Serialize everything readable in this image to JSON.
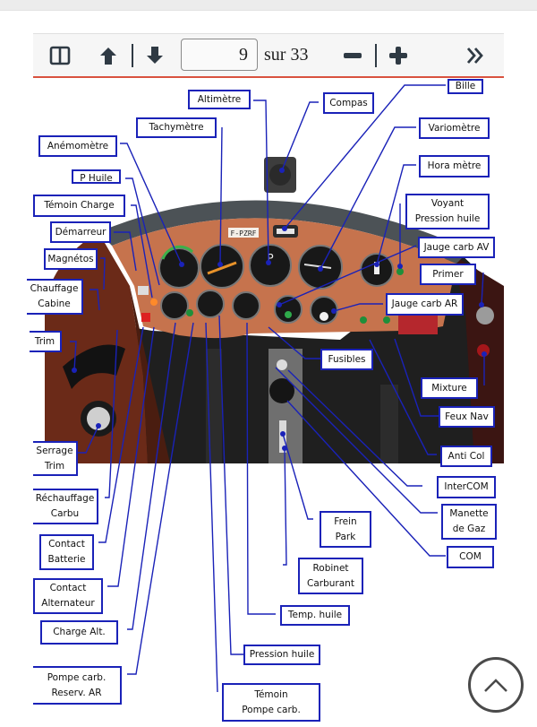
{
  "toolbar": {
    "sidebar_toggle": "sidebar-toggle",
    "prev_page": "previous-page",
    "next_page": "next-page",
    "page_current": "9",
    "page_total_text": "sur 33",
    "zoom_out": "zoom-out",
    "zoom_in": "zoom-in",
    "more_tools": "more-tools",
    "accent_color": "#d9523f",
    "icon_color": "#2f3a44"
  },
  "figure": {
    "registration": "F-PZRF",
    "label_border_color": "#1a22b8",
    "labels": {
      "bille": "Bille",
      "altimetre": "Altimètre",
      "compas": "Compas",
      "tachymetre": "Tachymètre",
      "variometre": "Variomètre",
      "anemometre": "Anémomètre",
      "hora_metre": "Hora mètre",
      "p_huile": "P Huile",
      "temoin_charge": "Témoin Charge",
      "voyant_pression_huile": "Voyant\nPression huile",
      "demarreur": "Démarreur",
      "jauge_carb_av": "Jauge carb AV",
      "magnetos": "Magnétos",
      "primer": "Primer",
      "chauffage_cabine": "Chauffage\nCabine",
      "jauge_carb_ar": "Jauge carb AR",
      "trim": "Trim",
      "fusibles": "Fusibles",
      "mixture": "Mixture",
      "feux_nav": "Feux Nav",
      "serrage_trim": "Serrage\nTrim",
      "anti_col": "Anti Col",
      "intercom": "InterCOM",
      "rechauffage_carbu": "Réchauffage\nCarbu",
      "manette_de_gaz": "Manette\nde Gaz",
      "frein_park": "Frein\nPark",
      "contact_batterie": "Contact\nBatterie",
      "com": "COM",
      "robinet_carburant": "Robinet\nCarburant",
      "contact_alternateur": "Contact\nAlternateur",
      "temp_huile": "Temp. huile",
      "charge_alt": "Charge Alt.",
      "pression_huile": "Pression huile",
      "pompe_carb_reserv_ar": "Pompe carb.\nReserv. AR",
      "temoin_pompe_carb": "Témoin\nPompe carb."
    }
  },
  "scroll_top": "scroll-to-top"
}
